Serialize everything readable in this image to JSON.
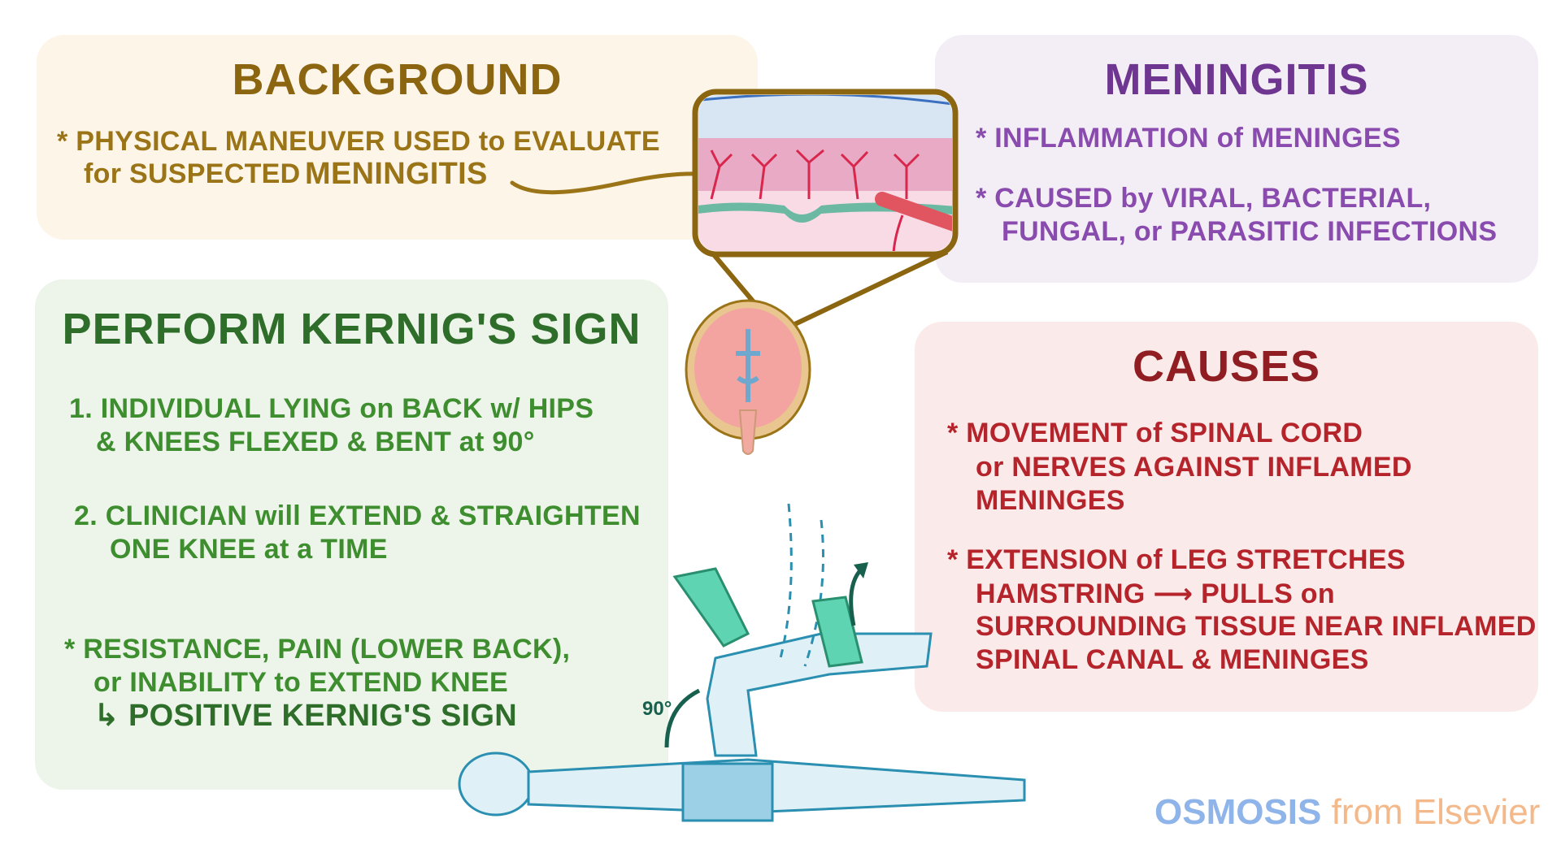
{
  "background": {
    "title": "BACKGROUND",
    "lines": [
      "* PHYSICAL MANEUVER USED to EVALUATE",
      "for SUSPECTED",
      "MENINGITIS"
    ]
  },
  "meningitis": {
    "title": "MENINGITIS",
    "lines": [
      "* INFLAMMATION of MENINGES",
      "* CAUSED by VIRAL, BACTERIAL,",
      "FUNGAL, or PARASITIC INFECTIONS"
    ]
  },
  "kernig": {
    "title": "PERFORM KERNIG'S SIGN",
    "lines": [
      "1. INDIVIDUAL LYING on BACK w/ HIPS",
      "& KNEES FLEXED & BENT at 90°",
      "2. CLINICIAN will EXTEND & STRAIGHTEN",
      "ONE KNEE at a TIME",
      "* RESISTANCE, PAIN (LOWER BACK),",
      "or INABILITY to EXTEND KNEE",
      "↳ POSITIVE KERNIG'S SIGN"
    ]
  },
  "causes": {
    "title": "CAUSES",
    "lines": [
      "* MOVEMENT of SPINAL CORD",
      "or NERVES AGAINST INFLAMED",
      "MENINGES",
      "* EXTENSION of LEG STRETCHES",
      "HAMSTRING ⟶ PULLS on",
      "SURROUNDING TISSUE NEAR INFLAMED",
      "SPINAL CANAL & MENINGES"
    ]
  },
  "illustration": {
    "angle_label": "90°"
  },
  "logo": {
    "brand": "OSMOSIS",
    "suffix": "from Elsevier"
  },
  "colors": {
    "background": "#8b6510",
    "meningitis": "#6e3690",
    "kernig": "#2f6e2a",
    "causes": "#8f1d22"
  }
}
